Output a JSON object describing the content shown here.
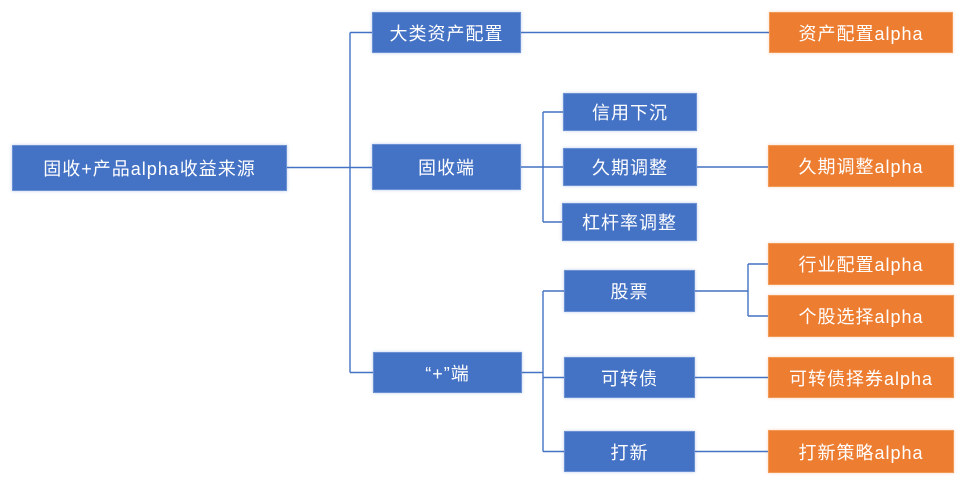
{
  "colors": {
    "blue_node": "#4472C4",
    "orange_node": "#ED7D31",
    "connector": "#4472C4",
    "text": "#FFFFFF"
  },
  "tree": {
    "root": {
      "label": "固收+产品alpha收益来源"
    },
    "branches": [
      {
        "label": "大类资产配置",
        "outputs": [
          {
            "label": "资产配置alpha"
          }
        ]
      },
      {
        "label": "固收端",
        "children": [
          {
            "label": "信用下沉"
          },
          {
            "label": "久期调整",
            "outputs": [
              {
                "label": "久期调整alpha"
              }
            ]
          },
          {
            "label": "杠杆率调整"
          }
        ]
      },
      {
        "label": "“+”端",
        "children": [
          {
            "label": "股票",
            "outputs": [
              {
                "label": "行业配置alpha"
              },
              {
                "label": "个股选择alpha"
              }
            ]
          },
          {
            "label": "可转债",
            "outputs": [
              {
                "label": "可转债择券alpha"
              }
            ]
          },
          {
            "label": "打新",
            "outputs": [
              {
                "label": "打新策略alpha"
              }
            ]
          }
        ]
      }
    ]
  }
}
